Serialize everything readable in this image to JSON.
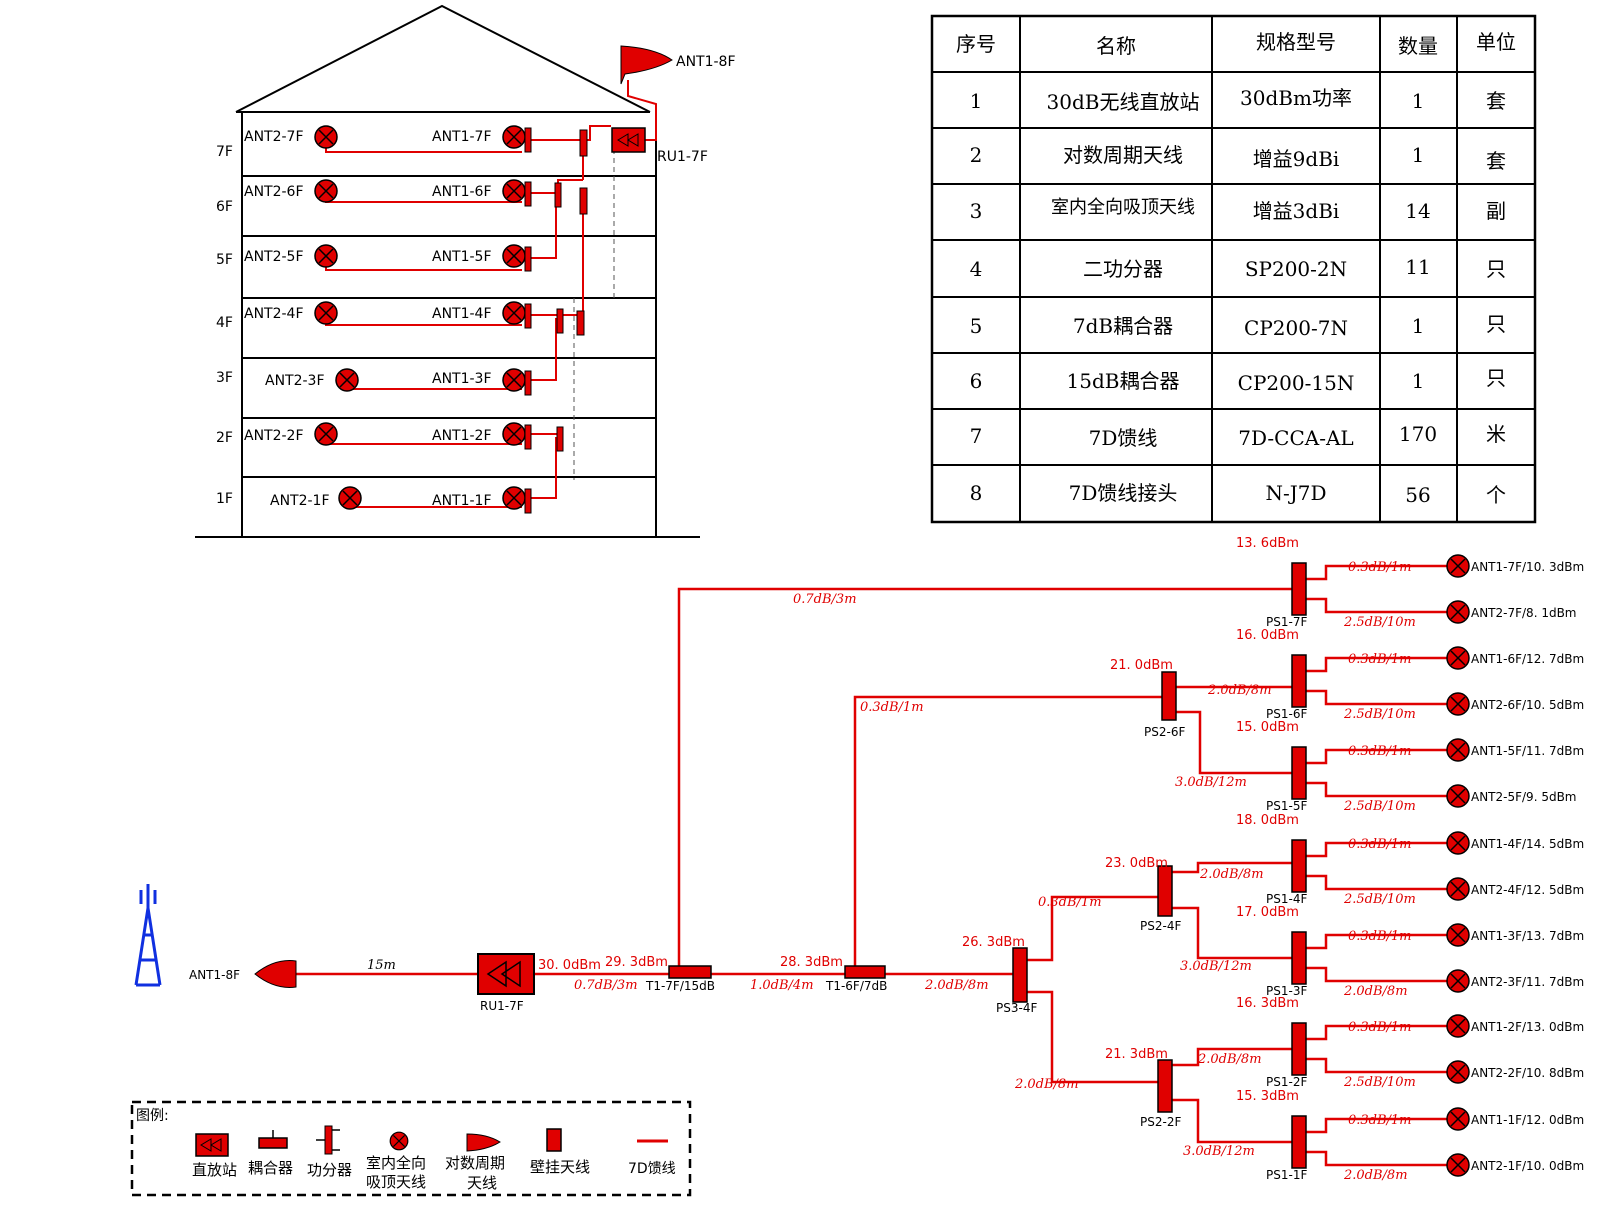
{
  "building": {
    "floors": [
      "7F",
      "6F",
      "5F",
      "4F",
      "3F",
      "2F",
      "1F"
    ],
    "ant2": [
      "ANT2-7F",
      "ANT2-6F",
      "ANT2-5F",
      "ANT2-4F",
      "ANT2-3F",
      "ANT2-2F",
      "ANT2-1F"
    ],
    "ant1": [
      "ANT1-7F",
      "ANT1-6F",
      "ANT1-5F",
      "ANT1-4F",
      "ANT1-3F",
      "ANT1-2F",
      "ANT1-1F"
    ],
    "roof_antenna": "ANT1-8F",
    "repeater": "RU1-7F"
  },
  "table": {
    "headers": [
      "序号",
      "名称",
      "规格型号",
      "数量",
      "单位"
    ],
    "rows": [
      [
        "1",
        "30dB无线直放站",
        "30dBm功率",
        "1",
        "套"
      ],
      [
        "2",
        "对数周期天线",
        "增益9dBi",
        "1",
        "套"
      ],
      [
        "3",
        "室内全向吸顶天线",
        "增益3dBi",
        "14",
        "副"
      ],
      [
        "4",
        "二功分器",
        "SP200-2N",
        "11",
        "只"
      ],
      [
        "5",
        "7dB耦合器",
        "CP200-7N",
        "1",
        "只"
      ],
      [
        "6",
        "15dB耦合器",
        "CP200-15N",
        "1",
        "只"
      ],
      [
        "7",
        "7D馈线",
        "7D-CCA-AL",
        "170",
        "米"
      ],
      [
        "8",
        "7D馈线接头",
        "N-J7D",
        "56",
        "个"
      ]
    ]
  },
  "schematic": {
    "donor_antenna": "ANT1-8F",
    "donor_cable": "15m",
    "repeater": "RU1-7F",
    "repeater_out": "30. 0dBm",
    "seg1_power": "29. 3dBm",
    "seg1_loss": "0.7dB/3m",
    "t1": "T1-7F/15dB",
    "seg2_power": "28. 3dBm",
    "seg2_loss": "1.0dB/4m",
    "t2": "T1-6F/7dB",
    "seg3_loss": "2.0dB/8m",
    "ps3": "PS3-4F",
    "ps3_power": "26. 3dBm",
    "up_7f_loss": "0.7dB/3m",
    "up_6f_loss": "0.3dB/1m",
    "ps2_6f": "PS2-6F",
    "ps2_6f_power": "21. 0dBm",
    "ps2_6f_a": "2.0dB/8m",
    "ps2_6f_b": "3.0dB/12m",
    "ps2_4f": "PS2-4F",
    "ps2_4f_power": "23. 0dBm",
    "ps2_4f_in": "0.3dB/1m",
    "ps2_4f_a": "2.0dB/8m",
    "ps2_4f_b": "3.0dB/12m",
    "ps2_2f": "PS2-2F",
    "ps2_2f_power": "21. 3dBm",
    "ps2_2f_in": "2.0dB/8m",
    "ps2_2f_a": "2.0dB/8m",
    "ps2_2f_b": "3.0dB/12m",
    "ps1": [
      {
        "name": "PS1-7F",
        "power": "13. 6dBm",
        "l1": "0.3dB/1m",
        "l2": "2.5dB/10m",
        "a1": "ANT1-7F/10. 3dBm",
        "a2": "ANT2-7F/8. 1dBm"
      },
      {
        "name": "PS1-6F",
        "power": "16. 0dBm",
        "l1": "0.3dB/1m",
        "l2": "2.5dB/10m",
        "a1": "ANT1-6F/12. 7dBm",
        "a2": "ANT2-6F/10. 5dBm"
      },
      {
        "name": "PS1-5F",
        "power": "15. 0dBm",
        "l1": "0.3dB/1m",
        "l2": "2.5dB/10m",
        "a1": "ANT1-5F/11. 7dBm",
        "a2": "ANT2-5F/9. 5dBm"
      },
      {
        "name": "PS1-4F",
        "power": "18. 0dBm",
        "l1": "0.3dB/1m",
        "l2": "2.5dB/10m",
        "a1": "ANT1-4F/14. 5dBm",
        "a2": "ANT2-4F/12. 5dBm"
      },
      {
        "name": "PS1-3F",
        "power": "17. 0dBm",
        "l1": "0.3dB/1m",
        "l2": "2.0dB/8m",
        "a1": "ANT1-3F/13. 7dBm",
        "a2": "ANT2-3F/11. 7dBm"
      },
      {
        "name": "PS1-2F",
        "power": "16. 3dBm",
        "l1": "0.3dB/1m",
        "l2": "2.5dB/10m",
        "a1": "ANT1-2F/13. 0dBm",
        "a2": "ANT2-2F/10. 8dBm"
      },
      {
        "name": "PS1-1F",
        "power": "15. 3dBm",
        "l1": "0.3dB/1m",
        "l2": "2.0dB/8m",
        "a1": "ANT1-1F/12. 0dBm",
        "a2": "ANT2-1F/10. 0dBm"
      }
    ]
  },
  "legend": {
    "title": "图例:",
    "items": [
      "直放站",
      "耦合器",
      "功分器",
      "室内全向",
      "吸顶天线",
      "对数周期",
      "天线",
      "壁挂天线",
      "7D馈线"
    ]
  }
}
